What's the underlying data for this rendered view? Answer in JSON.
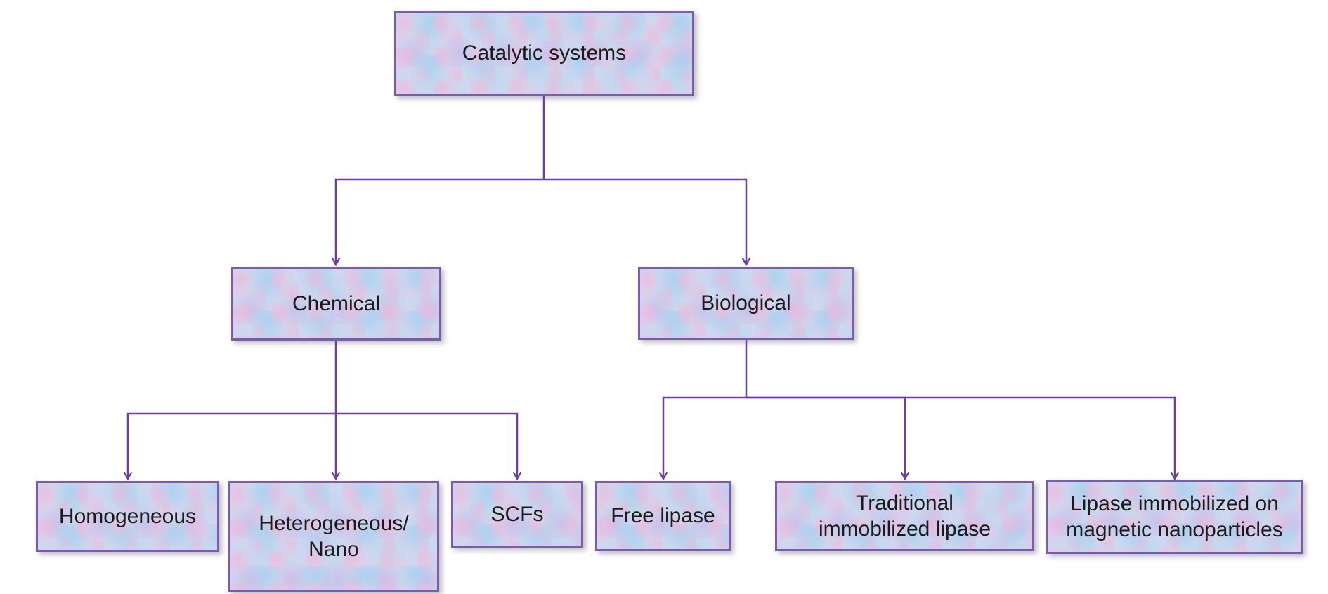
{
  "page": {
    "background": "#ffffff"
  },
  "colors": {
    "box_border": "#7a5ca8",
    "connector": "#6a3fa0",
    "box_fill_base": "#cdd7ef",
    "box_speckle_pink": "#eeb9dc",
    "box_speckle_blue": "#a7d1f0",
    "box_speckle_lavender": "#c9bae8",
    "text": "#1a1a1a"
  },
  "diagram": {
    "type": "flowchart-tree",
    "nodes": {
      "catalytic": {
        "label": "Catalytic systems"
      },
      "chemical": {
        "label": "Chemical"
      },
      "biological": {
        "label": "Biological"
      },
      "homogeneous": {
        "label": "Homogeneous"
      },
      "heterogeneous": {
        "label": "Heterogeneous/\nNano"
      },
      "scfs": {
        "label": "SCFs"
      },
      "free_lipase": {
        "label": "Free lipase"
      },
      "traditional": {
        "label": "Traditional\nimmobilized lipase"
      },
      "magnetic": {
        "label": "Lipase immobilized on\nmagnetic nanoparticles"
      }
    },
    "edges": [
      {
        "from": "catalytic",
        "to": "chemical"
      },
      {
        "from": "catalytic",
        "to": "biological"
      },
      {
        "from": "chemical",
        "to": "homogeneous"
      },
      {
        "from": "chemical",
        "to": "heterogeneous"
      },
      {
        "from": "chemical",
        "to": "scfs"
      },
      {
        "from": "biological",
        "to": "free_lipase"
      },
      {
        "from": "biological",
        "to": "traditional"
      },
      {
        "from": "biological",
        "to": "magnetic"
      }
    ]
  }
}
